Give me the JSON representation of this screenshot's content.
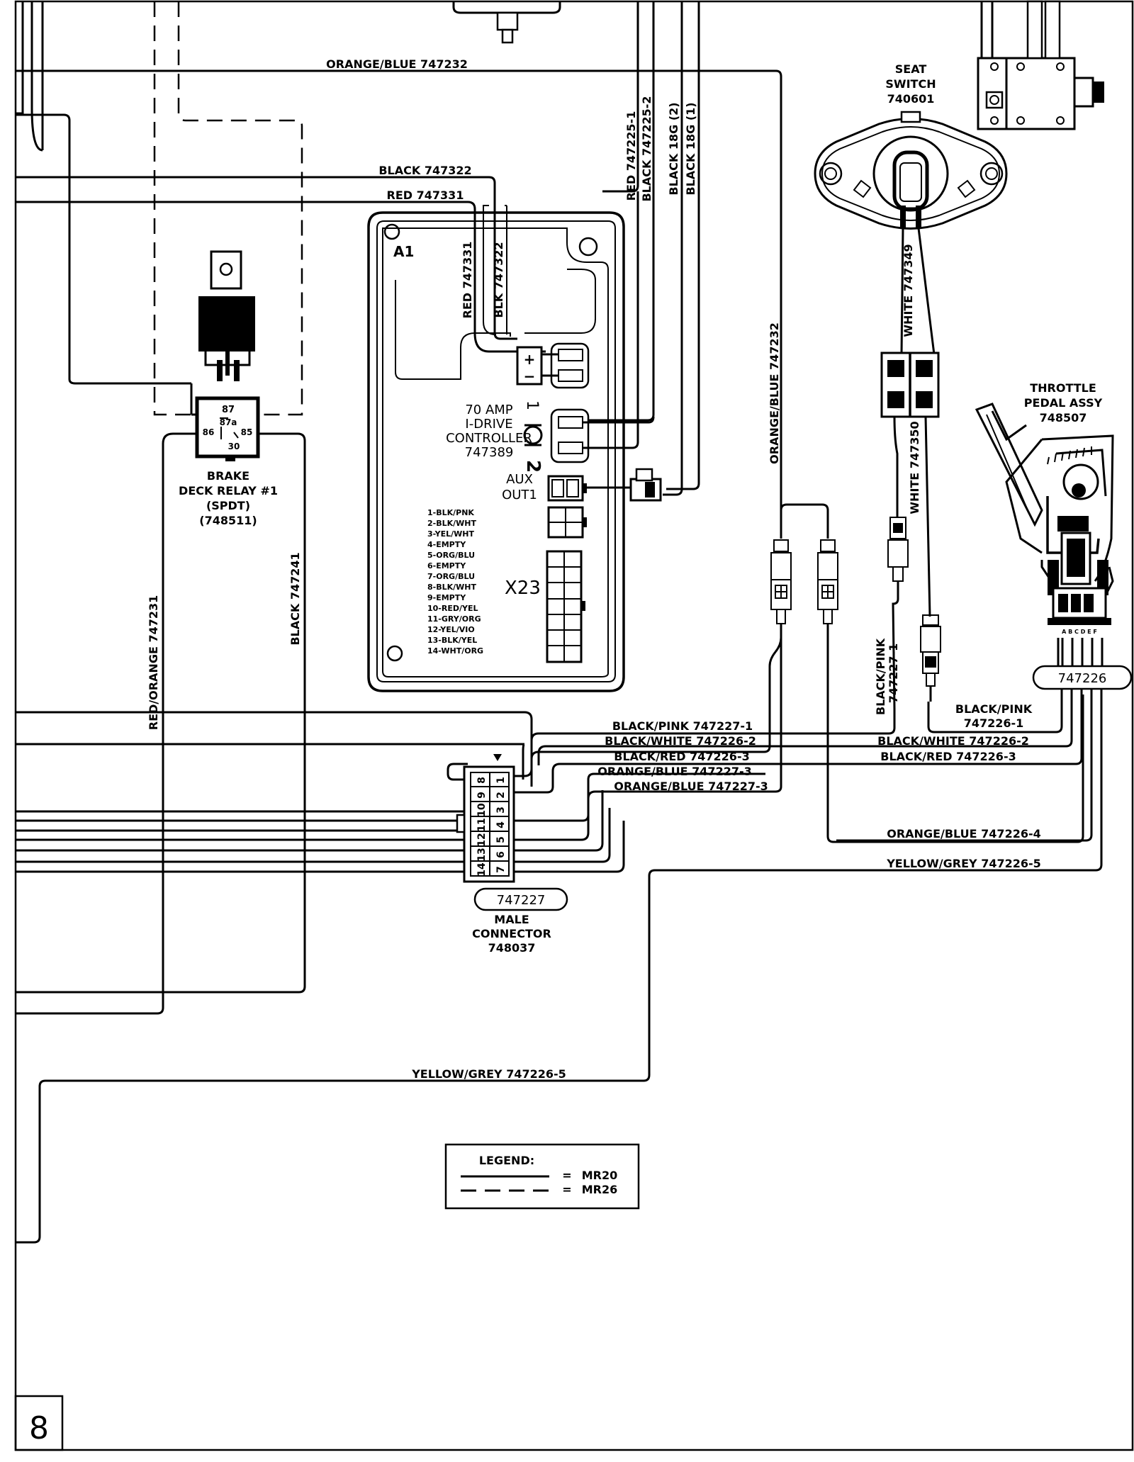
{
  "sheet": {
    "page_number": "8"
  },
  "labels": {
    "w_orange_blue_top": "ORANGE/BLUE 747232",
    "w_black_747322": "BLACK 747322",
    "w_red_747331": "RED 747331",
    "w_red_747225_1": "RED 747225-1",
    "w_black_747225_2": "BLACK 747225-2",
    "w_black_18g_2": "BLACK 18G (2)",
    "w_black_18g_1": "BLACK 18G (1)",
    "w_red_747331_v": "RED 747331",
    "w_blk_747322_v": "BLK 747322",
    "w_orange_blue_v": "ORANGE/BLUE 747232",
    "w_white_747349": "WHITE 747349",
    "w_white_747350": "WHITE 747350",
    "w_red_orange_747231": "RED/ORANGE 747231",
    "w_black_747241": "BLACK 747241",
    "w_black_pink_747227_1_v": "BLACK/PINK 747227-1",
    "w_black_pink_747227_1": "BLACK/PINK 747227-1",
    "w_black_white_747226_2_l": "BLACK/WHITE 747226-2",
    "w_black_red_747226_3_l": "BLACK/RED 747226-3",
    "w_orange_blue_747227_3_a": "ORANGE/BLUE 747227-3",
    "w_orange_blue_747227_3_b": "ORANGE/BLUE 747227-3",
    "w_black_white_747226_2_r": "BLACK/WHITE 747226-2",
    "w_black_red_747226_3_r": "BLACK/RED 747226-3",
    "w_black_pink_747226_1": "BLACK/PINK 747226-1",
    "w_orange_blue_747226_4": "ORANGE/BLUE 747226-4",
    "w_yellow_grey_747226_5_r": "YELLOW/GREY 747226-5",
    "w_yellow_grey_747226_5_b": "YELLOW/GREY 747226-5"
  },
  "components": {
    "seat_switch": [
      "SEAT",
      "SWITCH",
      "740601"
    ],
    "controller_ref": "A1",
    "controller": [
      "70 AMP",
      "I-DRIVE",
      "CONTROLLER",
      "747389"
    ],
    "aux_out": [
      "AUX",
      "OUT1"
    ],
    "x23": "X23",
    "terminal_1": "1",
    "terminal_2": "2",
    "x23_pins": [
      "1-BLK/PNK",
      "2-BLK/WHT",
      "3-YEL/WHT",
      "4-EMPTY",
      "5-ORG/BLU",
      "6-EMPTY",
      "7-ORG/BLU",
      "8-BLK/WHT",
      "9-EMPTY",
      "10-RED/YEL",
      "11-GRY/ORG",
      "12-YEL/VIO",
      "13-BLK/YEL",
      "14-WHT/ORG"
    ],
    "relay": [
      "BRAKE",
      "DECK RELAY #1",
      "(SPDT)",
      "(748511)"
    ],
    "relay_pins": {
      "p87": "87",
      "p87a": "87a",
      "p86": "86",
      "p85": "85",
      "p30": "30"
    },
    "throttle": [
      "THROTTLE",
      "PEDAL ASSY",
      "748507"
    ],
    "harness_747226": "747226",
    "harness_747227": "747227",
    "male_connector": [
      "MALE",
      "CONNECTOR",
      "748037"
    ],
    "connector_pins_left": [
      "8",
      "9",
      "10",
      "11",
      "12",
      "13",
      "14"
    ],
    "connector_pins_right": [
      "1",
      "2",
      "3",
      "4",
      "5",
      "6",
      "7"
    ],
    "throttle_pins": "A B C D E F"
  },
  "legend": {
    "title": "LEGEND:",
    "solid_label": "MR20",
    "dashed_label": "MR26",
    "eq": "="
  }
}
